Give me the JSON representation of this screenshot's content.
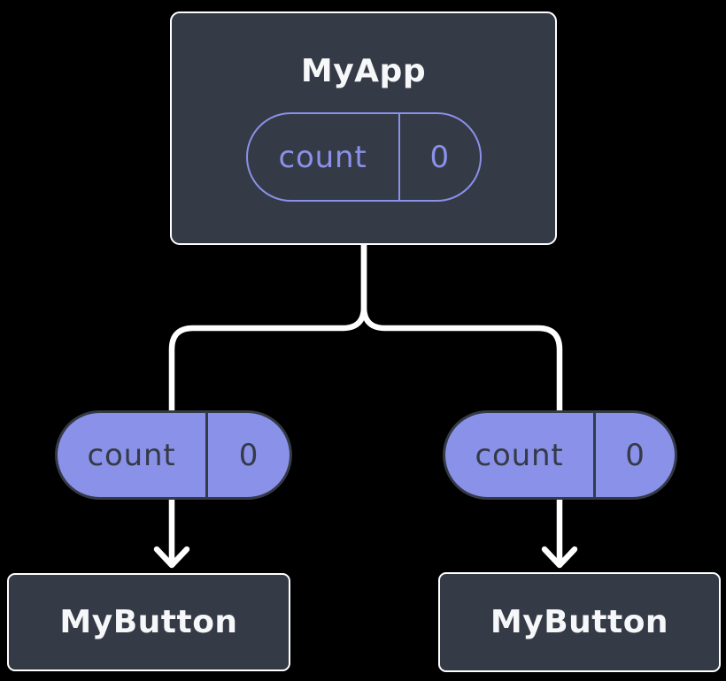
{
  "colors": {
    "background": "#000000",
    "node_fill": "#343A46",
    "node_border": "#FFFFFF",
    "node_text": "#F6F7F9",
    "accent_purple": "#8A91E8",
    "pill_dark": "#343A46",
    "connector": "#FFFFFF"
  },
  "root_node": {
    "title": "MyApp",
    "state_pill": {
      "label": "count",
      "value": "0"
    }
  },
  "prop_pills": {
    "left": {
      "label": "count",
      "value": "0"
    },
    "right": {
      "label": "count",
      "value": "0"
    }
  },
  "child_nodes": {
    "left": {
      "title": "MyButton"
    },
    "right": {
      "title": "MyButton"
    }
  }
}
